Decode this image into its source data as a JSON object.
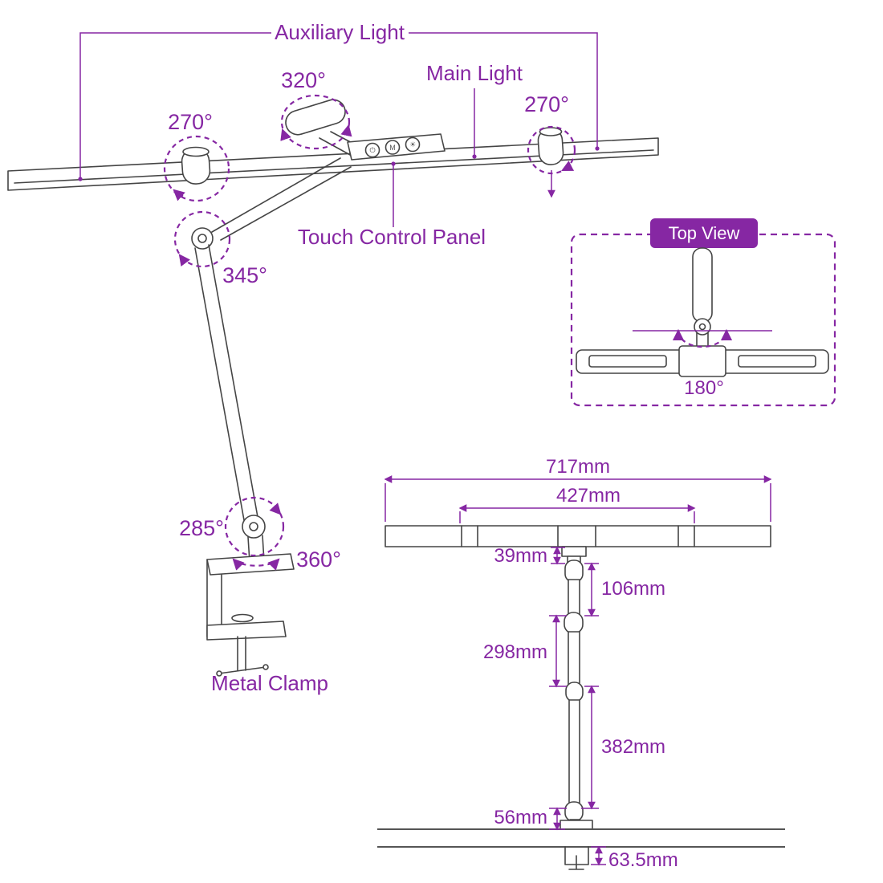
{
  "colors": {
    "accent": "#8627A3",
    "line": "#454545",
    "background": "#FFFFFF"
  },
  "main_view": {
    "labels": {
      "auxiliary_light": "Auxiliary Light",
      "main_light": "Main Light",
      "touch_control_panel": "Touch Control Panel",
      "metal_clamp": "Metal Clamp"
    },
    "angles": {
      "left_hinge": "270°",
      "head_pivot": "320°",
      "right_hinge": "270°",
      "elbow_joint": "345°",
      "lower_joint": "285°",
      "pole_swivel": "360°"
    },
    "control_panel_icons": [
      "⏻",
      "M",
      "☀"
    ]
  },
  "top_view": {
    "title": "Top View",
    "swivel_angle": "180°"
  },
  "dimension_view": {
    "overall_width": "717mm",
    "center_bar_width": "427mm",
    "neck_height": "39mm",
    "upper_link": "106mm",
    "middle_arm": "298mm",
    "lower_arm": "382mm",
    "clamp_above_desk": "56mm",
    "clamp_grip": "63.5mm"
  }
}
